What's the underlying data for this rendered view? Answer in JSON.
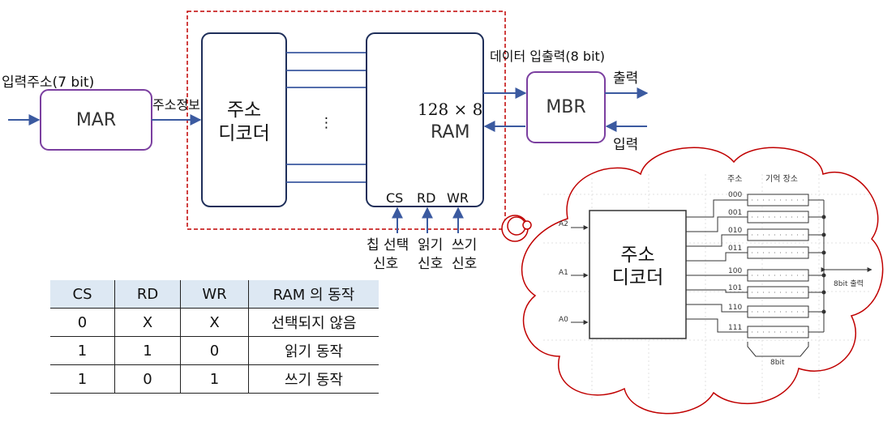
{
  "main": {
    "input_address_label": "입력주소(7 bit)",
    "mar_label": "MAR",
    "address_info_label": "주소정보",
    "decoder_line1": "주소",
    "decoder_line2": "디코더",
    "ellipsis": "⋮",
    "ram_size": "128 × 8",
    "ram_label": "RAM",
    "pin_cs": "CS",
    "pin_rd": "RD",
    "pin_wr": "WR",
    "data_io_label": "데이터 입출력(8 bit)",
    "mbr_label": "MBR",
    "output_label": "출력",
    "input_label": "입력",
    "chip_select_line1": "칩 선택",
    "chip_select_line2": "신호",
    "read_line1": "읽기",
    "read_line2": "신호",
    "write_line1": "쓰기",
    "write_line2": "신호"
  },
  "truth_table": {
    "headers": [
      "CS",
      "RD",
      "WR",
      "RAM 의 동작"
    ],
    "rows": [
      [
        "0",
        "X",
        "X",
        "선택되지 않음"
      ],
      [
        "1",
        "1",
        "0",
        "읽기 동작"
      ],
      [
        "1",
        "0",
        "1",
        "쓰기 동작"
      ]
    ]
  },
  "cloud": {
    "address_header": "주소",
    "storage_header": "기억 장소",
    "decoder_line1": "주소",
    "decoder_line2": "디코더",
    "inputs": [
      "A2",
      "A1",
      "A0"
    ],
    "addresses": [
      "000",
      "001",
      "010",
      "011",
      "100",
      "101",
      "110",
      "111"
    ],
    "output_label": "8bit 출력",
    "width_label": "8bit"
  },
  "colors": {
    "box_stroke": "#1f2f5a",
    "mar_stroke": "#7b3fa0",
    "dashed_frame": "#c00000",
    "arrow": "#3b5aa0",
    "cloud": "#c00000",
    "table_header_bg": "#dde8f3"
  }
}
